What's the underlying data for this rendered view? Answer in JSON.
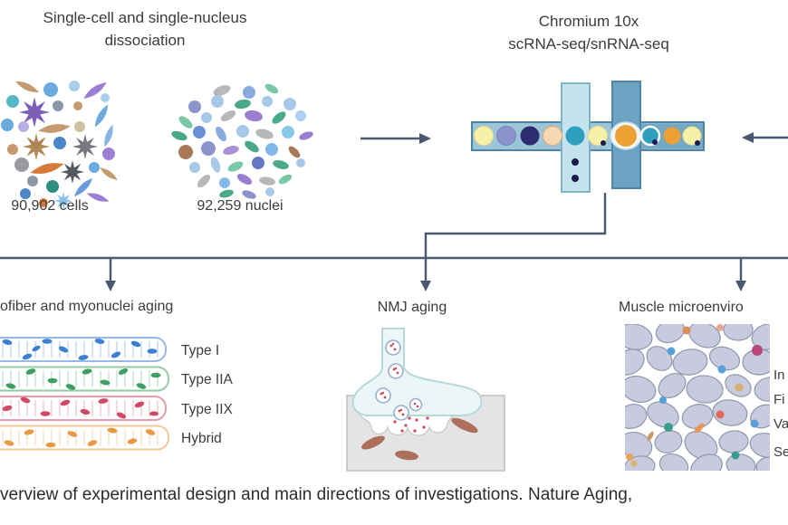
{
  "figure": {
    "dissociation": {
      "title_line1": "Single-cell and single-nucleus",
      "title_line2": "dissociation",
      "cells_count": "90,902 cells",
      "nuclei_count": "92,259 nuclei"
    },
    "chromium": {
      "title_line1": "Chromium 10x",
      "title_line2": "scRNA-seq/snRNA-seq"
    },
    "branches": {
      "myofiber": {
        "title": "ofiber and myonuclei aging",
        "fiber_types": [
          {
            "label": "Type I",
            "color": "#3d7fd0"
          },
          {
            "label": "Type IIA",
            "color": "#3f9e62"
          },
          {
            "label": "Type IIX",
            "color": "#cf4a66"
          },
          {
            "label": "Hybrid",
            "color": "#e79a43"
          }
        ]
      },
      "nmj": {
        "title": "NMJ aging"
      },
      "microenvironment": {
        "title": "Muscle microenviro",
        "legend_fragments": [
          "In",
          "Fi",
          "Va",
          "Se"
        ]
      }
    },
    "caption": "verview of experimental design and main directions of investigations. Nature Aging,"
  },
  "colors": {
    "connector": "#49596e",
    "device_channel": "#9cc5d8",
    "device_channel_dark": "#74a9c4",
    "device_channel_light": "#c5e3ed"
  }
}
